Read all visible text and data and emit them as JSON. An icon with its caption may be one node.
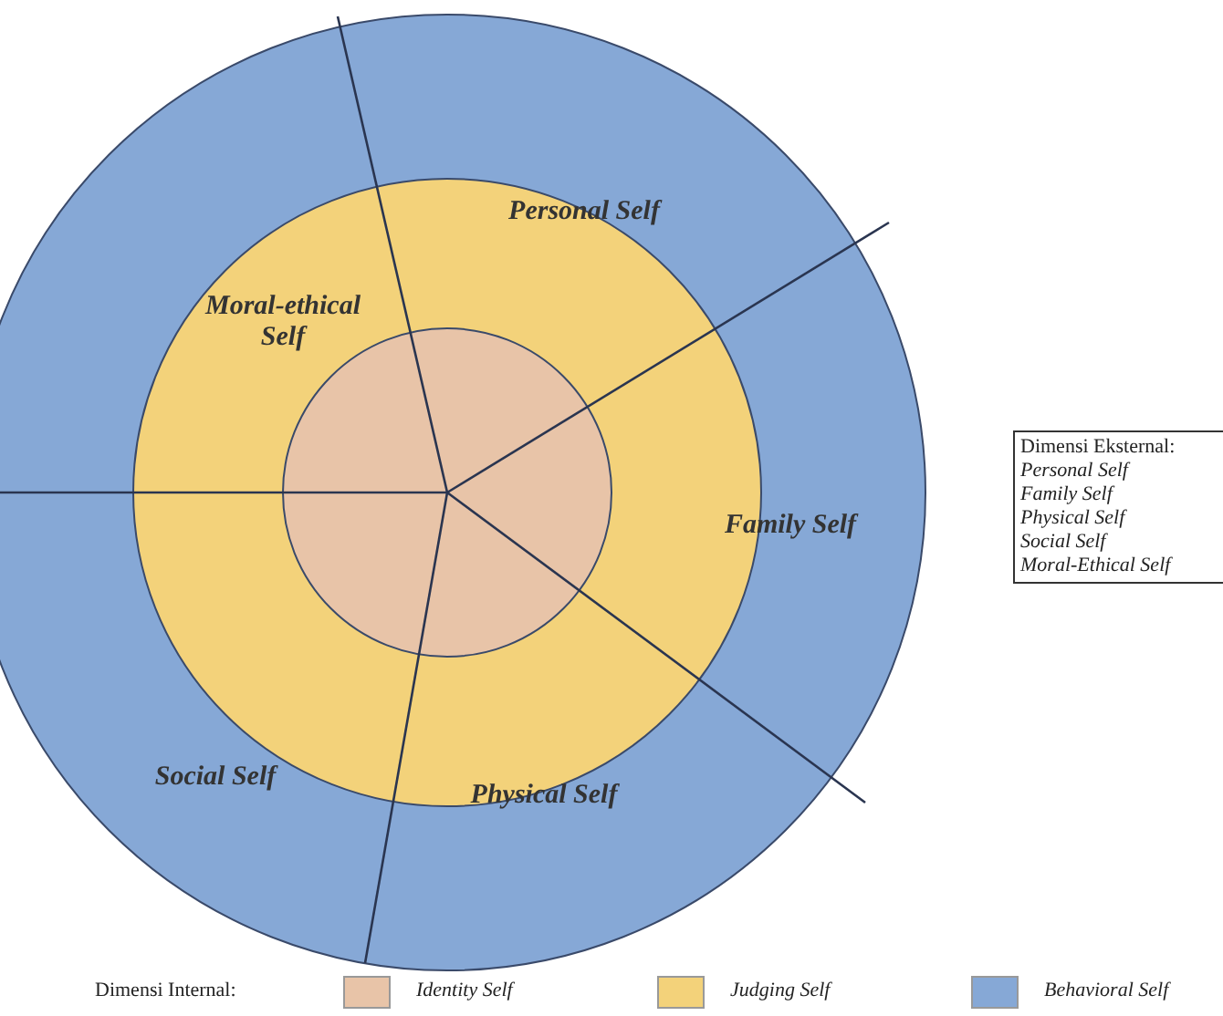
{
  "diagram": {
    "nodes": [
      {
        "text": [
          "Dimensi Eksternal:",
          "Personal Self",
          "Family Self",
          "Physical Self",
          "Social Self",
          "Moral-Ethical Self"
        ]
      }
    ],
    "labels": [
      "Personal Self",
      "Moral-ethical Self",
      "Family Self",
      "Social Self",
      "Physical Self",
      "Dimensi Internal:"
    ],
    "legend": [
      {
        "text": "Identity Self",
        "color": "#e8c4a8"
      },
      {
        "text": "Judging Self",
        "color": "#f3d27a"
      },
      {
        "text": "Behavioral Self",
        "color": "#86a8d6"
      }
    ]
  }
}
